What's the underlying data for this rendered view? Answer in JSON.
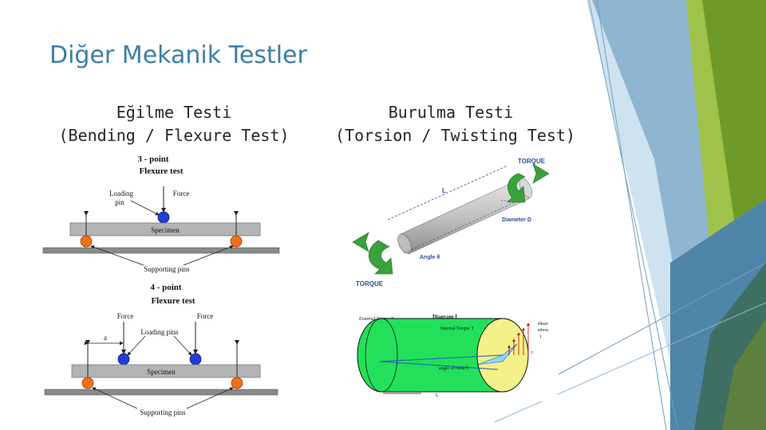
{
  "slide": {
    "title": "Diğer Mekanik Testler",
    "left": {
      "line1": "Eğilme Testi",
      "line2": "(Bending / Flexure Test)"
    },
    "right": {
      "line1": "Burulma Testi",
      "line2": "(Torsion / Twisting Test)"
    }
  },
  "bending_figure": {
    "three_point_title_1": "3 - point",
    "three_point_title_2": "Flexure test",
    "loading_pin_1": "Loading",
    "loading_pin_2": "pin",
    "force": "Force",
    "specimen": "Specimen",
    "supporting_pins": "Supporting pins",
    "four_point_title_1": "4 - point",
    "four_point_title_2": "Flexure test",
    "force_left": "Force",
    "force_right": "Force",
    "loading_pins": "Loading pins",
    "distance_a": "a",
    "specimen_2": "Specimen",
    "supporting_pins_2": "Supporting pins"
  },
  "torsion_figure": {
    "torque_top": "TORQUE",
    "torque_bottom": "TORQUE",
    "length": "L",
    "diameter": "Diameter D",
    "angle": "Angle θ"
  },
  "diagram_figure": {
    "title": "Diagram I",
    "external_torque": "External Torque T",
    "internal_torque": "Internal Torque T",
    "angle_of_twist": "angle of twist θ",
    "shear_stress_1": "shear",
    "shear_stress_2": "stress",
    "shear_stress_3": "τ",
    "length": "L",
    "radius": "r"
  },
  "colors": {
    "title": "#3c7fa8",
    "loading_pin": "#1f3fd6",
    "support_pin": "#f07018",
    "specimen": "#b4b4b4",
    "cylinder": "#22e05a",
    "cylinder_end": "#f4f08a",
    "torque_arrow": "#3aa23a"
  }
}
